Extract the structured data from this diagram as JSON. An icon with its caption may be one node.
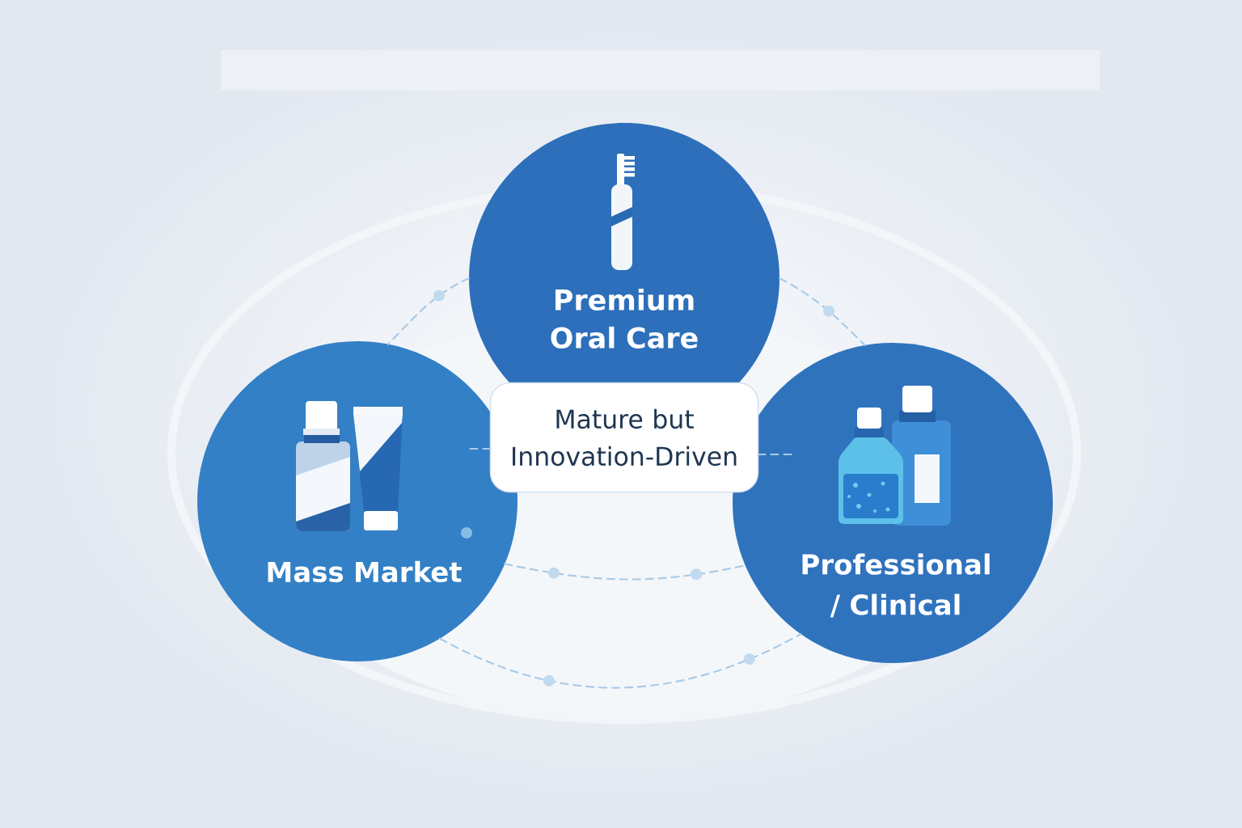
{
  "diagram": {
    "nodes": [
      {
        "text": [
          "Premium Oral Care"
        ]
      },
      {
        "text": [
          "Mature but Innovation-Driven"
        ]
      },
      {
        "text": [
          "Mass Market"
        ]
      },
      {
        "text": [
          "Professional / Clinical"
        ]
      }
    ],
    "edges": [
      {
        "from": 0,
        "to": 2,
        "arrow": "none",
        "style": "dashed"
      },
      {
        "from": 0,
        "to": 3,
        "arrow": "none",
        "style": "dashed"
      },
      {
        "from": 1,
        "to": 2,
        "arrow": "none",
        "style": "dashed"
      },
      {
        "from": 1,
        "to": 3,
        "arrow": "none",
        "style": "dashed"
      },
      {
        "from": 2,
        "to": 3,
        "arrow": "none",
        "style": "dashed"
      },
      {
        "from": 2,
        "to": 3,
        "arrow": "none",
        "style": "dashed"
      }
    ]
  }
}
